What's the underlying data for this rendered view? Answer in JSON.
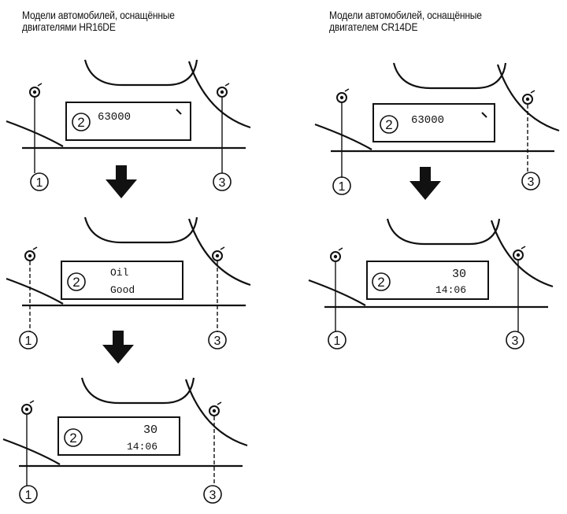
{
  "headings": {
    "left": [
      "Модели автомобилей, оснащённые",
      "двигателями HR16DE"
    ],
    "right": [
      "Модели автомобилей, оснащённые",
      "двигателем CR14DE"
    ]
  },
  "callouts": {
    "one": "1",
    "two": "2",
    "three": "3"
  },
  "panels": {
    "left_1": {
      "line1": "63000",
      "line2": ""
    },
    "left_2": {
      "line1": "Oil",
      "line2": "Good"
    },
    "left_3": {
      "line1": "30",
      "line2": "14:06"
    },
    "right_1": {
      "line1": "63000",
      "line2": ""
    },
    "right_2": {
      "line1": "30",
      "line2": "14:06"
    }
  },
  "colors": {
    "ink": "#111111",
    "background": "#ffffff"
  }
}
